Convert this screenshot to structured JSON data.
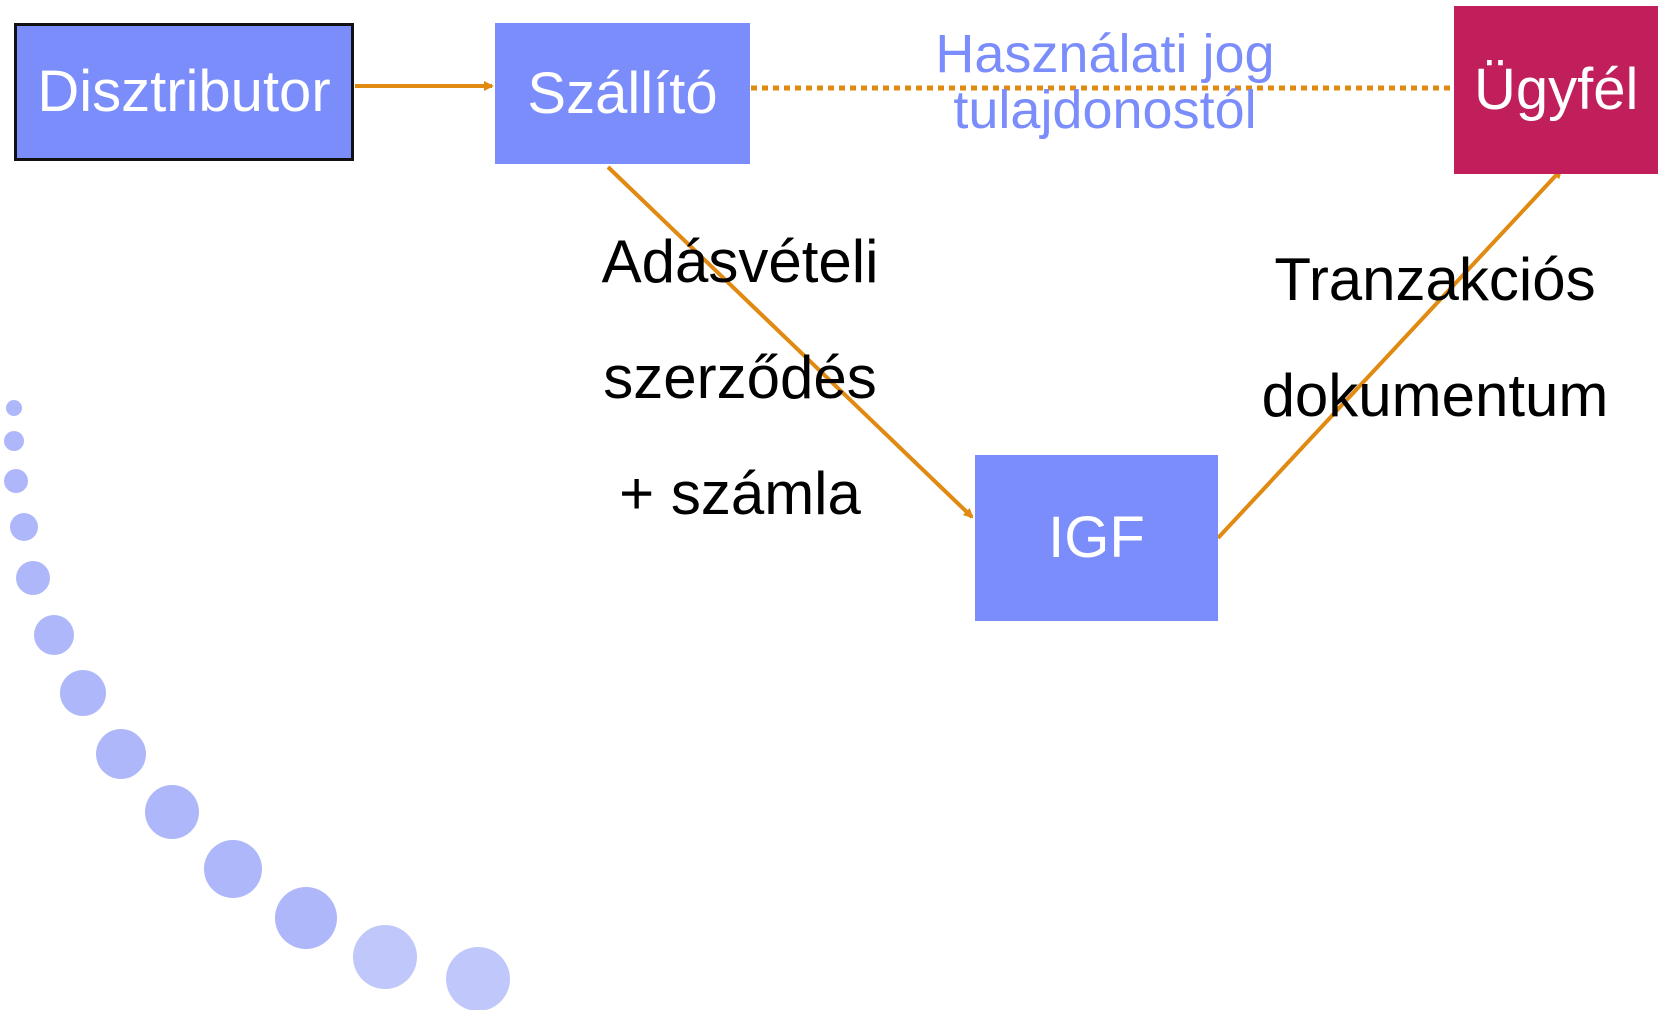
{
  "colors": {
    "box_blue": "#7b8cfb",
    "box_magenta": "#c01f5c",
    "arrow_orange": "#e08a12",
    "label_blue": "#7b8cfb",
    "dot_blue": "#8d9bf7"
  },
  "nodes": {
    "disztributor": "Disztributor",
    "szallito": "Szállító",
    "ugyfel": "Ügyfél",
    "igf": "IGF"
  },
  "labels": {
    "usage_right": [
      "Használati jog",
      "tulajdonostól"
    ],
    "sales_contract": [
      "Adásvételi",
      "szerződés",
      "+ számla"
    ],
    "transaction_doc": [
      "Tranzakciós",
      "dokumentum"
    ]
  }
}
